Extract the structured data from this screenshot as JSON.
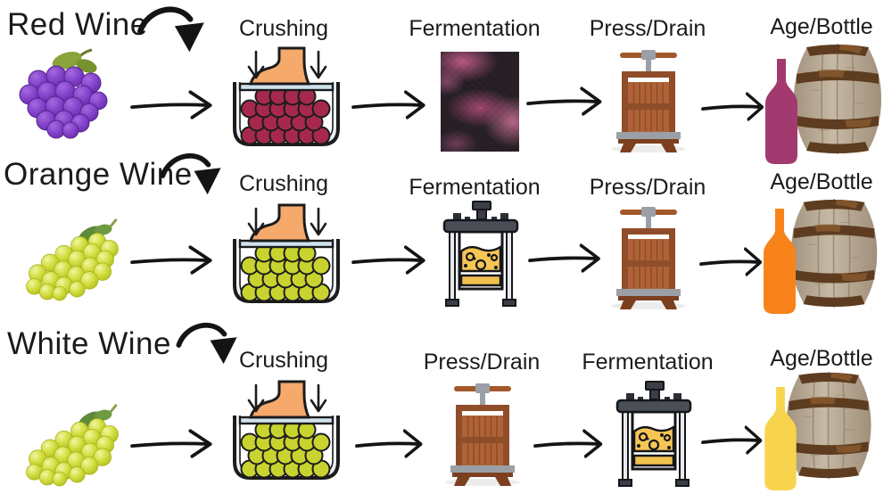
{
  "diagram": {
    "subject": "Wine making process flow for red, orange and white wine"
  },
  "rows": [
    {
      "name": "Red Wine",
      "grapes": "purple-grape-bunch",
      "bottle_color": "#A23A6F",
      "steps": [
        {
          "label": "Crushing",
          "icon": "foot-crushing-grapes-icon"
        },
        {
          "label": "Fermentation",
          "icon": "fermenting-must-photo"
        },
        {
          "label": "Press/Drain",
          "icon": "wine-press-icon"
        },
        {
          "label": "Age/Bottle",
          "icon": "bottle-and-barrel-icon"
        }
      ]
    },
    {
      "name": "Orange Wine",
      "grapes": "green-grape-bunch",
      "bottle_color": "#F8831A",
      "steps": [
        {
          "label": "Crushing",
          "icon": "foot-crushing-grapes-icon"
        },
        {
          "label": "Fermentation",
          "icon": "fermentation-tank-icon"
        },
        {
          "label": "Press/Drain",
          "icon": "wine-press-icon"
        },
        {
          "label": "Age/Bottle",
          "icon": "bottle-and-barrel-icon"
        }
      ]
    },
    {
      "name": "White Wine",
      "grapes": "green-grape-bunch",
      "bottle_color": "#F8D44E",
      "steps": [
        {
          "label": "Crushing",
          "icon": "foot-crushing-grapes-icon"
        },
        {
          "label": "Press/Drain",
          "icon": "wine-press-icon"
        },
        {
          "label": "Fermentation",
          "icon": "fermentation-tank-icon"
        },
        {
          "label": "Age/Bottle",
          "icon": "bottle-and-barrel-icon"
        }
      ]
    }
  ],
  "colors": {
    "red_crush_grapes": "#A6294D",
    "green_crush_grapes": "#C9D32F",
    "foot": "#F5A96B",
    "tub": "#EAF2F8",
    "ferment_liquid": "#F6C654",
    "press_wood": "#B06236",
    "press_frame": "#8F4D2A",
    "barrel_wood": "#B6A794",
    "barrel_hoop": "#5D3C20",
    "arrow": "#141414"
  },
  "icons": {
    "flow": "right-arrow",
    "branch": "curved-down-arrow",
    "crushing": "foot-stomping-grapes-in-tub",
    "fermentation_red": "fermenting-must-photo",
    "fermentation_tank": "fermentation-tank",
    "press": "wine-press",
    "age_bottle": "bottle-and-barrel"
  }
}
